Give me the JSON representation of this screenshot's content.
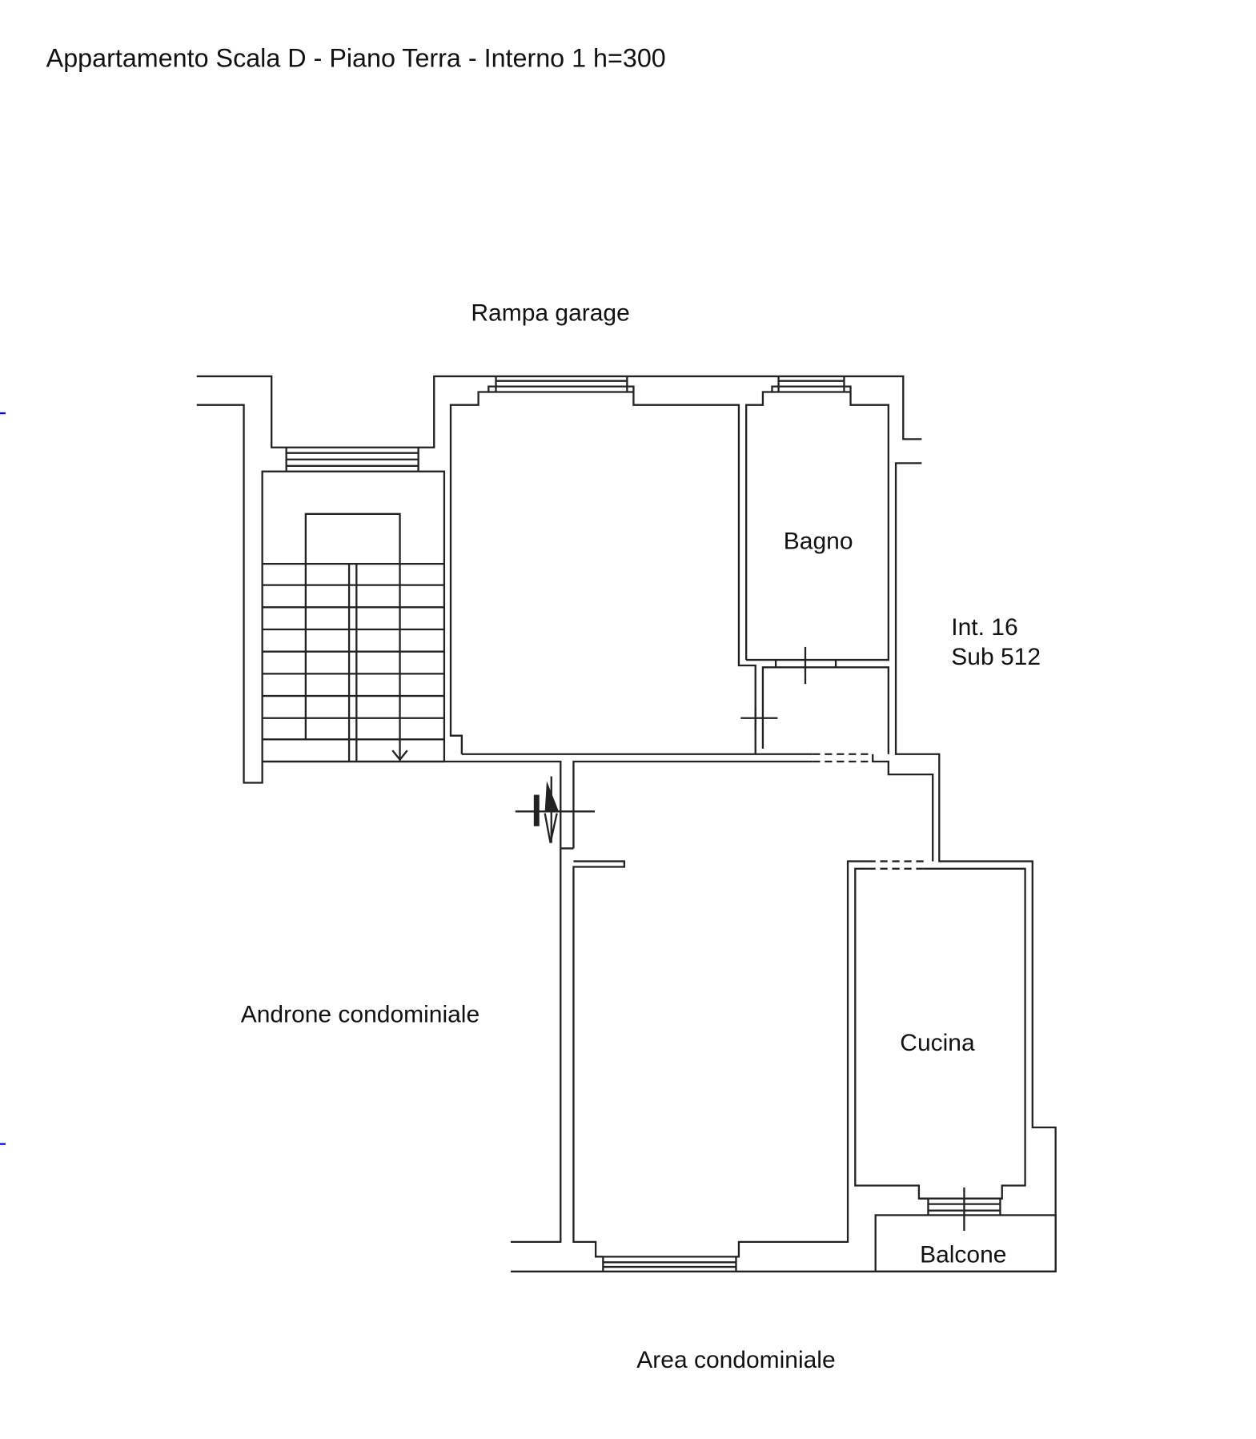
{
  "title": "Appartamento Scala D - Piano Terra - Interno 1 h=300",
  "labels": {
    "rampa": "Rampa garage",
    "bagno": "Bagno",
    "int": "Int. 16",
    "sub": "Sub 512",
    "androne": "Androne condominiale",
    "cucina": "Cucina",
    "balcone": "Balcone",
    "area": "Area condominiale"
  },
  "colors": {
    "lines": "#222222",
    "marker": "#0000ff"
  }
}
